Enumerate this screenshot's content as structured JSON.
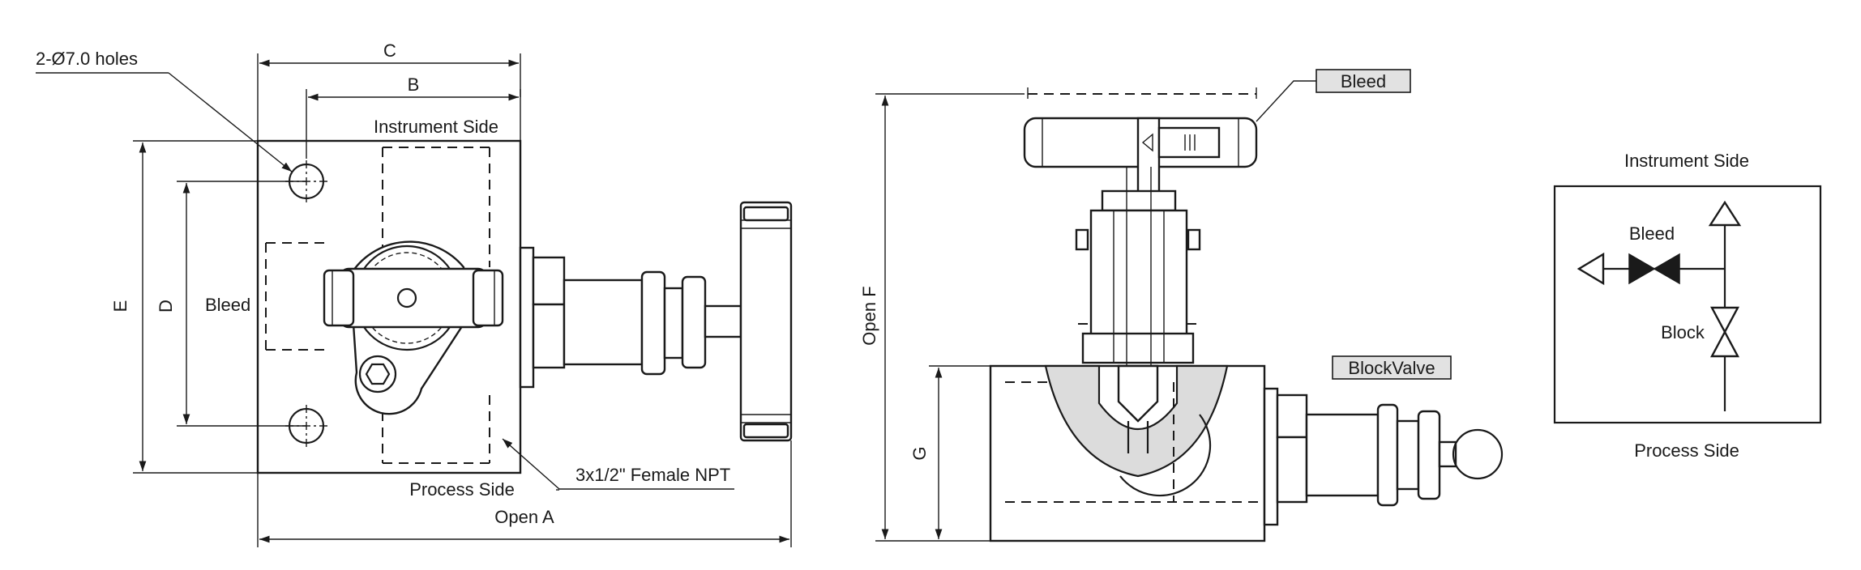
{
  "front_view": {
    "holes_label": "2-Ø7.0 holes",
    "dim_c": "C",
    "dim_b": "B",
    "dim_e": "E",
    "dim_d": "D",
    "instrument_side": "Instrument Side",
    "bleed": "Bleed",
    "process_side": "Process Side",
    "npt_label": "3x1/2\" Female NPT",
    "open_a": "Open A"
  },
  "side_view": {
    "bleed_tag": "Bleed",
    "open_f": "Open F",
    "dim_g": "G",
    "block_valve_tag": "BlockValve"
  },
  "schematic": {
    "instrument_side": "Instrument Side",
    "bleed": "Bleed",
    "block": "Block",
    "process_side": "Process Side"
  }
}
